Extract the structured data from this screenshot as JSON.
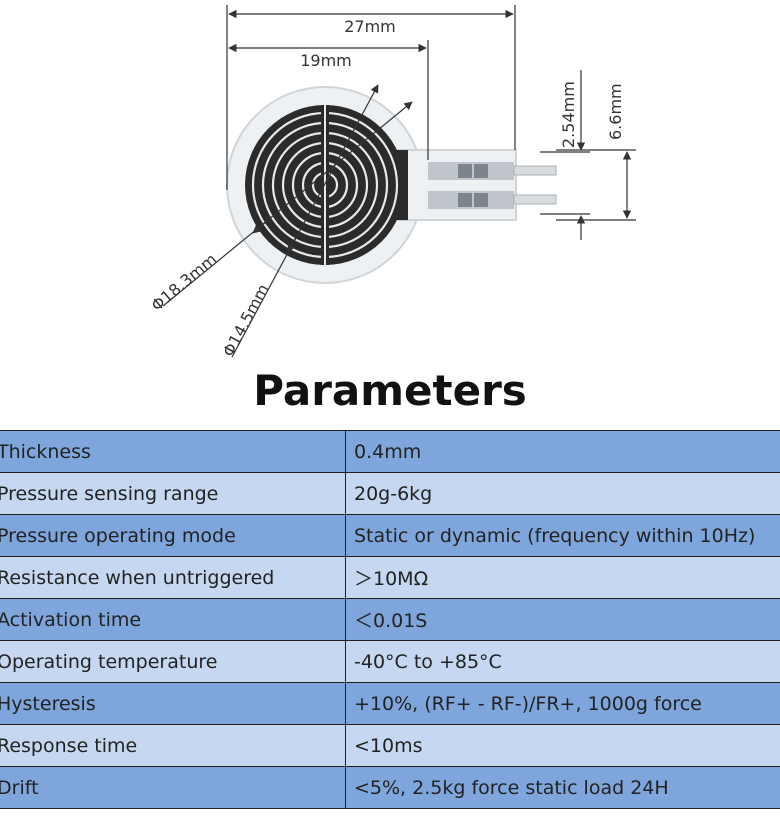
{
  "diagram": {
    "dim_27": "27mm",
    "dim_19": "19mm",
    "dim_254": "2.54mm",
    "dim_66": "6.6mm",
    "dim_183": "Φ18.3mm",
    "dim_145": "Φ14.5mm"
  },
  "title": "Parameters",
  "params": [
    {
      "label": "Thickness",
      "value": "0.4mm"
    },
    {
      "label": "Pressure sensing range",
      "value": "20g-6kg"
    },
    {
      "label": "Pressure operating mode",
      "value": "Static or dynamic (frequency within 10Hz)"
    },
    {
      "label": "Resistance when untriggered",
      "value": "＞10MΩ"
    },
    {
      "label": "Activation time",
      "value": "＜0.01S"
    },
    {
      "label": "Operating temperature",
      "value": "-40°C to +85°C"
    },
    {
      "label": "Hysteresis",
      "value": "+10%, (RF+ - RF-)/FR+, 1000g force"
    },
    {
      "label": "Response time",
      "value": "<10ms"
    },
    {
      "label": "Drift",
      "value": "<5%, 2.5kg force static load 24H"
    }
  ]
}
